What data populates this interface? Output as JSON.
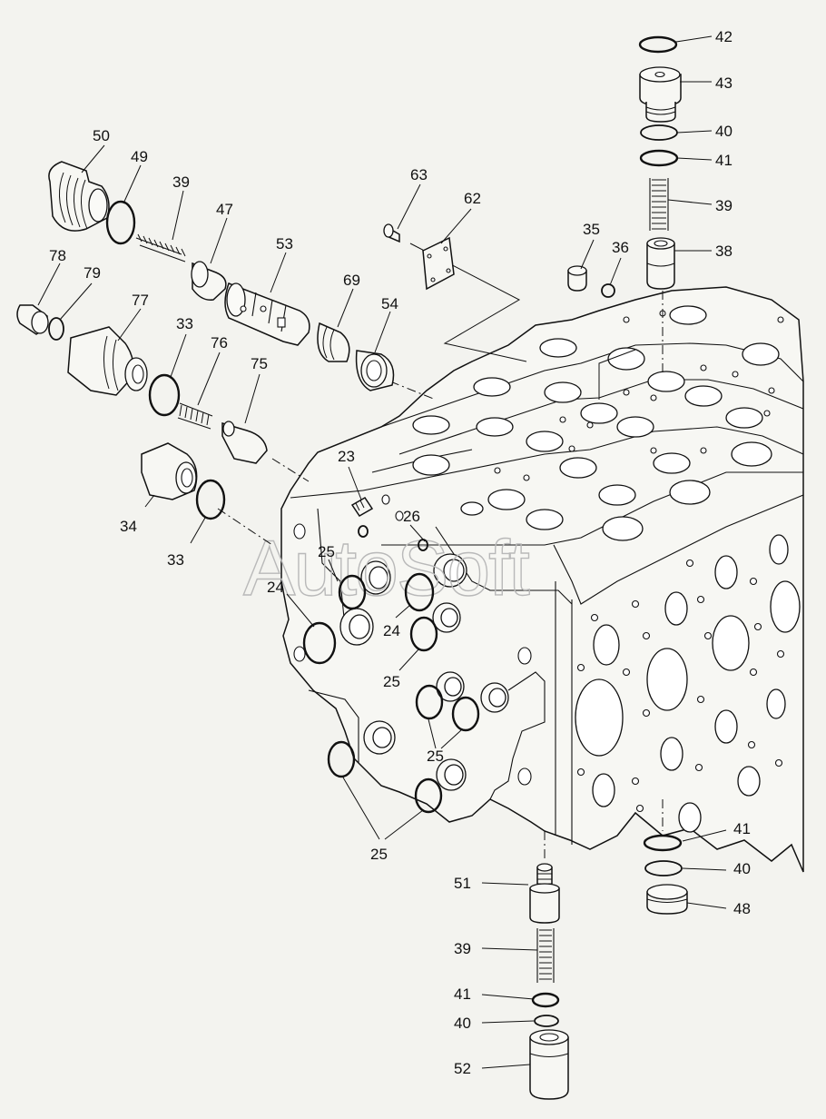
{
  "watermark": "AutoSoft",
  "callouts": [
    {
      "id": "c-42",
      "text": "42"
    },
    {
      "id": "c-43",
      "text": "43"
    },
    {
      "id": "c-40a",
      "text": "40"
    },
    {
      "id": "c-41a",
      "text": "41"
    },
    {
      "id": "c-39a",
      "text": "39"
    },
    {
      "id": "c-38",
      "text": "38"
    },
    {
      "id": "c-35",
      "text": "35"
    },
    {
      "id": "c-36",
      "text": "36"
    },
    {
      "id": "c-63",
      "text": "63"
    },
    {
      "id": "c-62",
      "text": "62"
    },
    {
      "id": "c-50",
      "text": "50"
    },
    {
      "id": "c-49",
      "text": "49"
    },
    {
      "id": "c-39b",
      "text": "39"
    },
    {
      "id": "c-47",
      "text": "47"
    },
    {
      "id": "c-53",
      "text": "53"
    },
    {
      "id": "c-69",
      "text": "69"
    },
    {
      "id": "c-54",
      "text": "54"
    },
    {
      "id": "c-78",
      "text": "78"
    },
    {
      "id": "c-79",
      "text": "79"
    },
    {
      "id": "c-77",
      "text": "77"
    },
    {
      "id": "c-33a",
      "text": "33"
    },
    {
      "id": "c-76",
      "text": "76"
    },
    {
      "id": "c-75",
      "text": "75"
    },
    {
      "id": "c-34",
      "text": "34"
    },
    {
      "id": "c-33b",
      "text": "33"
    },
    {
      "id": "c-23",
      "text": "23"
    },
    {
      "id": "c-26",
      "text": "26"
    },
    {
      "id": "c-25a",
      "text": "25"
    },
    {
      "id": "c-24a",
      "text": "24"
    },
    {
      "id": "c-24b",
      "text": "24"
    },
    {
      "id": "c-25b",
      "text": "25"
    },
    {
      "id": "c-25c",
      "text": "25"
    },
    {
      "id": "c-25d",
      "text": "25"
    },
    {
      "id": "c-41b",
      "text": "41"
    },
    {
      "id": "c-40b",
      "text": "40"
    },
    {
      "id": "c-48",
      "text": "48"
    },
    {
      "id": "c-51",
      "text": "51"
    },
    {
      "id": "c-39c",
      "text": "39"
    },
    {
      "id": "c-41c",
      "text": "41"
    },
    {
      "id": "c-40c",
      "text": "40"
    },
    {
      "id": "c-52",
      "text": "52"
    }
  ]
}
